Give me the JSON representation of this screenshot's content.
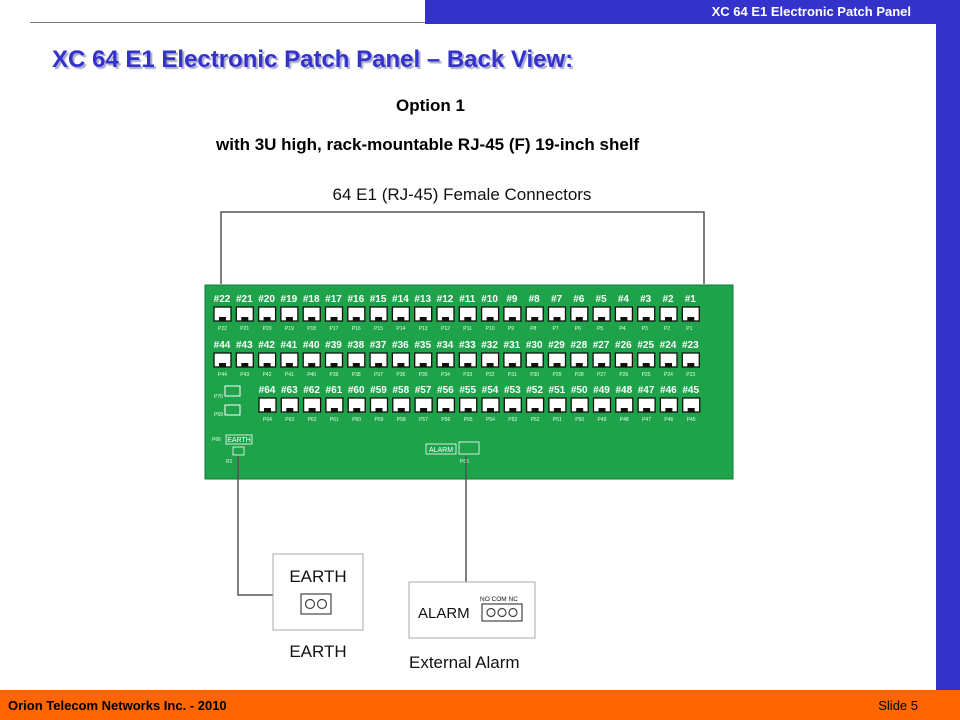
{
  "header": {
    "tab_title": "XC 64 E1 Electronic Patch Panel"
  },
  "slide": {
    "title": "XC 64 E1 Electronic Patch Panel – Back View:",
    "option": "Option 1",
    "description": "with 3U high, rack-mountable RJ-45 (F) 19-inch shelf"
  },
  "diagram": {
    "connector_label": "64 E1 (RJ-45) Female Connectors",
    "panel_color": "#1ea34a",
    "rows": [
      {
        "ports": [
          "#22",
          "#21",
          "#20",
          "#19",
          "#18",
          "#17",
          "#16",
          "#15",
          "#14",
          "#13",
          "#12",
          "#11",
          "#10",
          "#9",
          "#8",
          "#7",
          "#6",
          "#5",
          "#4",
          "#3",
          "#2",
          "#1"
        ],
        "sub": [
          "P22",
          "P21",
          "P20",
          "P19",
          "P18",
          "P17",
          "P16",
          "P15",
          "P14",
          "P13",
          "P12",
          "P11",
          "P10",
          "P9",
          "P8",
          "P7",
          "P6",
          "P5",
          "P4",
          "P3",
          "P2",
          "P1"
        ]
      },
      {
        "ports": [
          "#44",
          "#43",
          "#42",
          "#41",
          "#40",
          "#39",
          "#38",
          "#37",
          "#36",
          "#35",
          "#34",
          "#33",
          "#32",
          "#31",
          "#30",
          "#29",
          "#28",
          "#27",
          "#26",
          "#25",
          "#24",
          "#23"
        ],
        "sub": [
          "P44",
          "P43",
          "P42",
          "P41",
          "P40",
          "P39",
          "P38",
          "P37",
          "P36",
          "P35",
          "P34",
          "P33",
          "P32",
          "P31",
          "P30",
          "P29",
          "P28",
          "P27",
          "P26",
          "P25",
          "P24",
          "P23"
        ]
      },
      {
        "ports": [
          "#64",
          "#63",
          "#62",
          "#61",
          "#60",
          "#59",
          "#58",
          "#57",
          "#56",
          "#55",
          "#54",
          "#53",
          "#52",
          "#51",
          "#50",
          "#49",
          "#48",
          "#47",
          "#46",
          "#45"
        ],
        "sub": [
          "P64",
          "P63",
          "P62",
          "P61",
          "P60",
          "P59",
          "P58",
          "P57",
          "P56",
          "P55",
          "P54",
          "P53",
          "P52",
          "P51",
          "P50",
          "P49",
          "P48",
          "P47",
          "P46",
          "P45"
        ]
      }
    ],
    "small_labels": {
      "p70": "P70",
      "p69": "P69",
      "p66": "P66",
      "r1": "R1",
      "p65": "P65"
    },
    "panel_earth": "EARTH",
    "panel_alarm": "ALARM",
    "earth_box": {
      "top": "EARTH",
      "bottom": "EARTH"
    },
    "alarm_box": {
      "label": "ALARM",
      "contacts": "NO COM NC",
      "caption": "External Alarm"
    }
  },
  "footer": {
    "company": "Orion  Telecom Networks Inc. - 2010",
    "slide_number": "Slide 5"
  }
}
